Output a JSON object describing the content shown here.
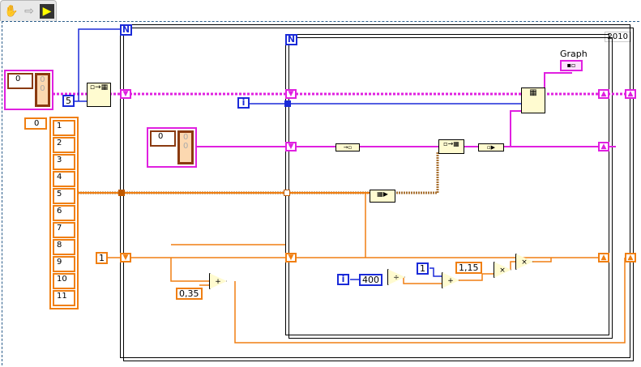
{
  "toolbar": {
    "icons": [
      "hand-icon",
      "arrow-icon",
      "highlight-execution-icon"
    ]
  },
  "version": "2010",
  "loops": {
    "outer_count": "N",
    "inner_count": "N",
    "iteration": "i"
  },
  "cluster_control": {
    "index": "0",
    "values": [
      "0",
      "0"
    ]
  },
  "cluster_constant": {
    "index": "0",
    "values": [
      "0",
      "0"
    ]
  },
  "array_control": {
    "index": "0",
    "values": [
      "1",
      "2",
      "3",
      "4",
      "5",
      "6",
      "7",
      "8",
      "9",
      "10",
      "11"
    ]
  },
  "constants": {
    "five": "5",
    "one_a": "1",
    "zero_35": "0,35",
    "four_hundred": "400",
    "one_b": "1",
    "one_15": "1,15",
    "iter2": "i"
  },
  "operators": {
    "add1": "+",
    "divide": "÷",
    "add2": "+",
    "mult1": "×",
    "mult2": "×"
  },
  "graph": {
    "label": "Graph"
  },
  "colors": {
    "cluster": "#e020e0",
    "double": "#f07f12",
    "integer": "#1a2ad8",
    "node": "#fffbd0"
  }
}
